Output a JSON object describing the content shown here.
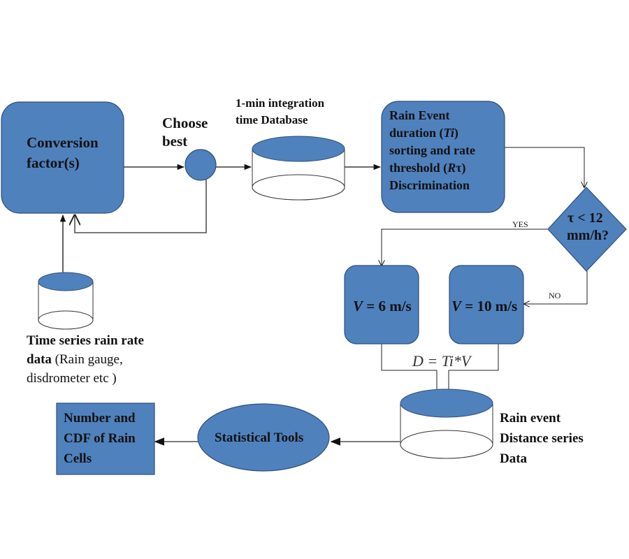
{
  "diagram": {
    "colors": {
      "node_fill": "#4f81bd",
      "node_stroke": "#2f4f7a",
      "edge": "#111111",
      "background": "#ffffff"
    },
    "nodes": {
      "conversion": {
        "line1": "Conversion",
        "line2": "factor(s)"
      },
      "choose_best": {
        "line1": "Choose",
        "line2": "best"
      },
      "db_1min": {
        "line1": "1-min integration",
        "line2": "time Database"
      },
      "rain_event": {
        "line1": "Rain Event",
        "line2_pre": "duration (",
        "line2_var": "Ti",
        "line2_post": ")",
        "line3": "sorting and rate",
        "line4_pre": "threshold (",
        "line4_var": "R",
        "line4_sym": "τ",
        "line4_post": ")",
        "line5": "Discrimination"
      },
      "decision": {
        "line1": "τ < 12",
        "line2": "mm/h?"
      },
      "v6": {
        "var": "V",
        "text": " = 6 m/s"
      },
      "v10": {
        "var": "V",
        "text": " = 10 m/s"
      },
      "time_series": {
        "line1": "Time series rain rate",
        "line2_bold": "data",
        "line2_reg": " (Rain gauge,",
        "line3": "disdrometer etc )"
      },
      "distance_db": {
        "line1": "Rain event",
        "line2": "Distance series",
        "line3": "Data"
      },
      "stat_tools": {
        "label": "Statistical Tools"
      },
      "output": {
        "line1": "Number and",
        "line2": "CDF of Rain",
        "line3": "Cells"
      }
    },
    "edge_labels": {
      "yes": "YES",
      "no": "NO",
      "formula": "D = Ti*V"
    }
  }
}
